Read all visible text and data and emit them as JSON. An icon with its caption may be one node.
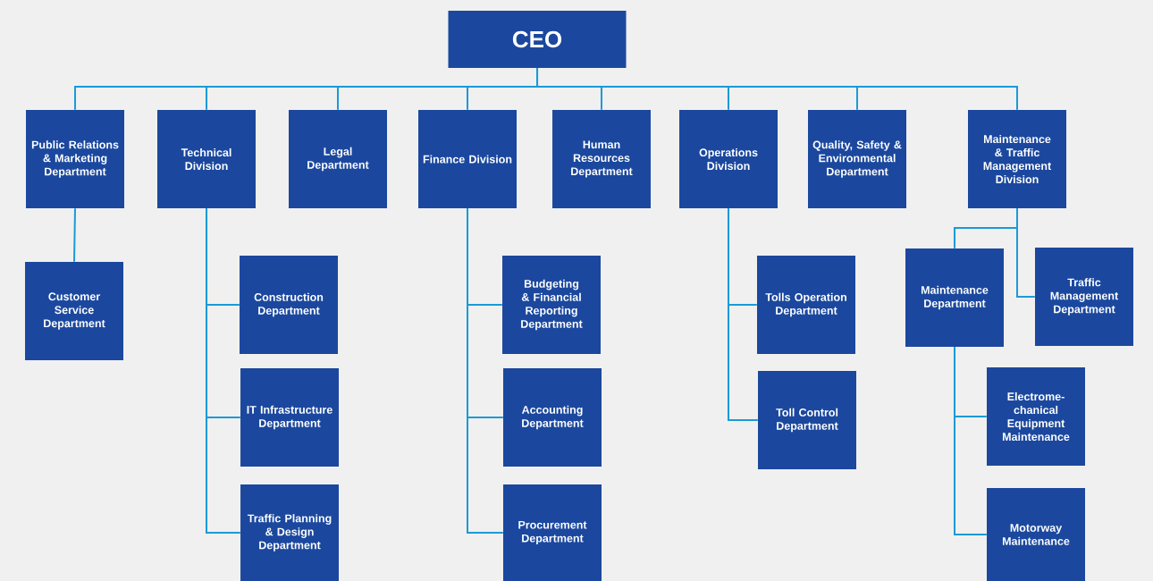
{
  "diagram": {
    "nodes": [
      {
        "text": [
          "CEO"
        ]
      },
      {
        "text": [
          "Public Relations & Marketing Department"
        ]
      },
      {
        "text": [
          "Technical Division"
        ]
      },
      {
        "text": [
          "Legal Department"
        ]
      },
      {
        "text": [
          "Finance Division"
        ]
      },
      {
        "text": [
          "Human Resources Department"
        ]
      },
      {
        "text": [
          "Operations Division"
        ]
      },
      {
        "text": [
          "Quality, Safety & Environmental Department"
        ]
      },
      {
        "text": [
          "Maintenance & Traffic Management Division"
        ]
      },
      {
        "text": [
          "Customer Service Department"
        ]
      },
      {
        "text": [
          "Construction Department"
        ]
      },
      {
        "text": [
          "IT Infrastructure Department"
        ]
      },
      {
        "text": [
          "Traffic Planning & Design Department"
        ]
      },
      {
        "text": [
          "Budgeting & Financial Reporting Department"
        ]
      },
      {
        "text": [
          "Accounting Department"
        ]
      },
      {
        "text": [
          "Procurement Department"
        ]
      },
      {
        "text": [
          "Tolls Operation Department"
        ]
      },
      {
        "text": [
          "Toll Control Department"
        ]
      },
      {
        "text": [
          "Maintenance Department"
        ]
      },
      {
        "text": [
          "Traffic Management Department"
        ]
      },
      {
        "text": [
          "Electrome-chanical Equipment Maintenance"
        ]
      },
      {
        "text": [
          "Motorway Maintenance"
        ]
      }
    ],
    "edges": [
      {
        "from": 0,
        "to": 1,
        "arrow": "none"
      },
      {
        "from": 0,
        "to": 2,
        "arrow": "none"
      },
      {
        "from": 0,
        "to": 3,
        "arrow": "none"
      },
      {
        "from": 0,
        "to": 4,
        "arrow": "none"
      },
      {
        "from": 0,
        "to": 5,
        "arrow": "none"
      },
      {
        "from": 0,
        "to": 6,
        "arrow": "none"
      },
      {
        "from": 0,
        "to": 7,
        "arrow": "none"
      },
      {
        "from": 0,
        "to": 8,
        "arrow": "none"
      },
      {
        "from": 1,
        "to": 9,
        "arrow": "none"
      },
      {
        "from": 2,
        "to": 10,
        "arrow": "none"
      },
      {
        "from": 2,
        "to": 11,
        "arrow": "none"
      },
      {
        "from": 2,
        "to": 12,
        "arrow": "none"
      },
      {
        "from": 4,
        "to": 13,
        "arrow": "none"
      },
      {
        "from": 4,
        "to": 14,
        "arrow": "none"
      },
      {
        "from": 4,
        "to": 15,
        "arrow": "none"
      },
      {
        "from": 6,
        "to": 16,
        "arrow": "none"
      },
      {
        "from": 6,
        "to": 17,
        "arrow": "none"
      },
      {
        "from": 8,
        "to": 18,
        "arrow": "none"
      },
      {
        "from": 8,
        "to": 19,
        "arrow": "none"
      },
      {
        "from": 18,
        "to": 20,
        "arrow": "none"
      },
      {
        "from": 18,
        "to": 21,
        "arrow": "none"
      }
    ]
  }
}
